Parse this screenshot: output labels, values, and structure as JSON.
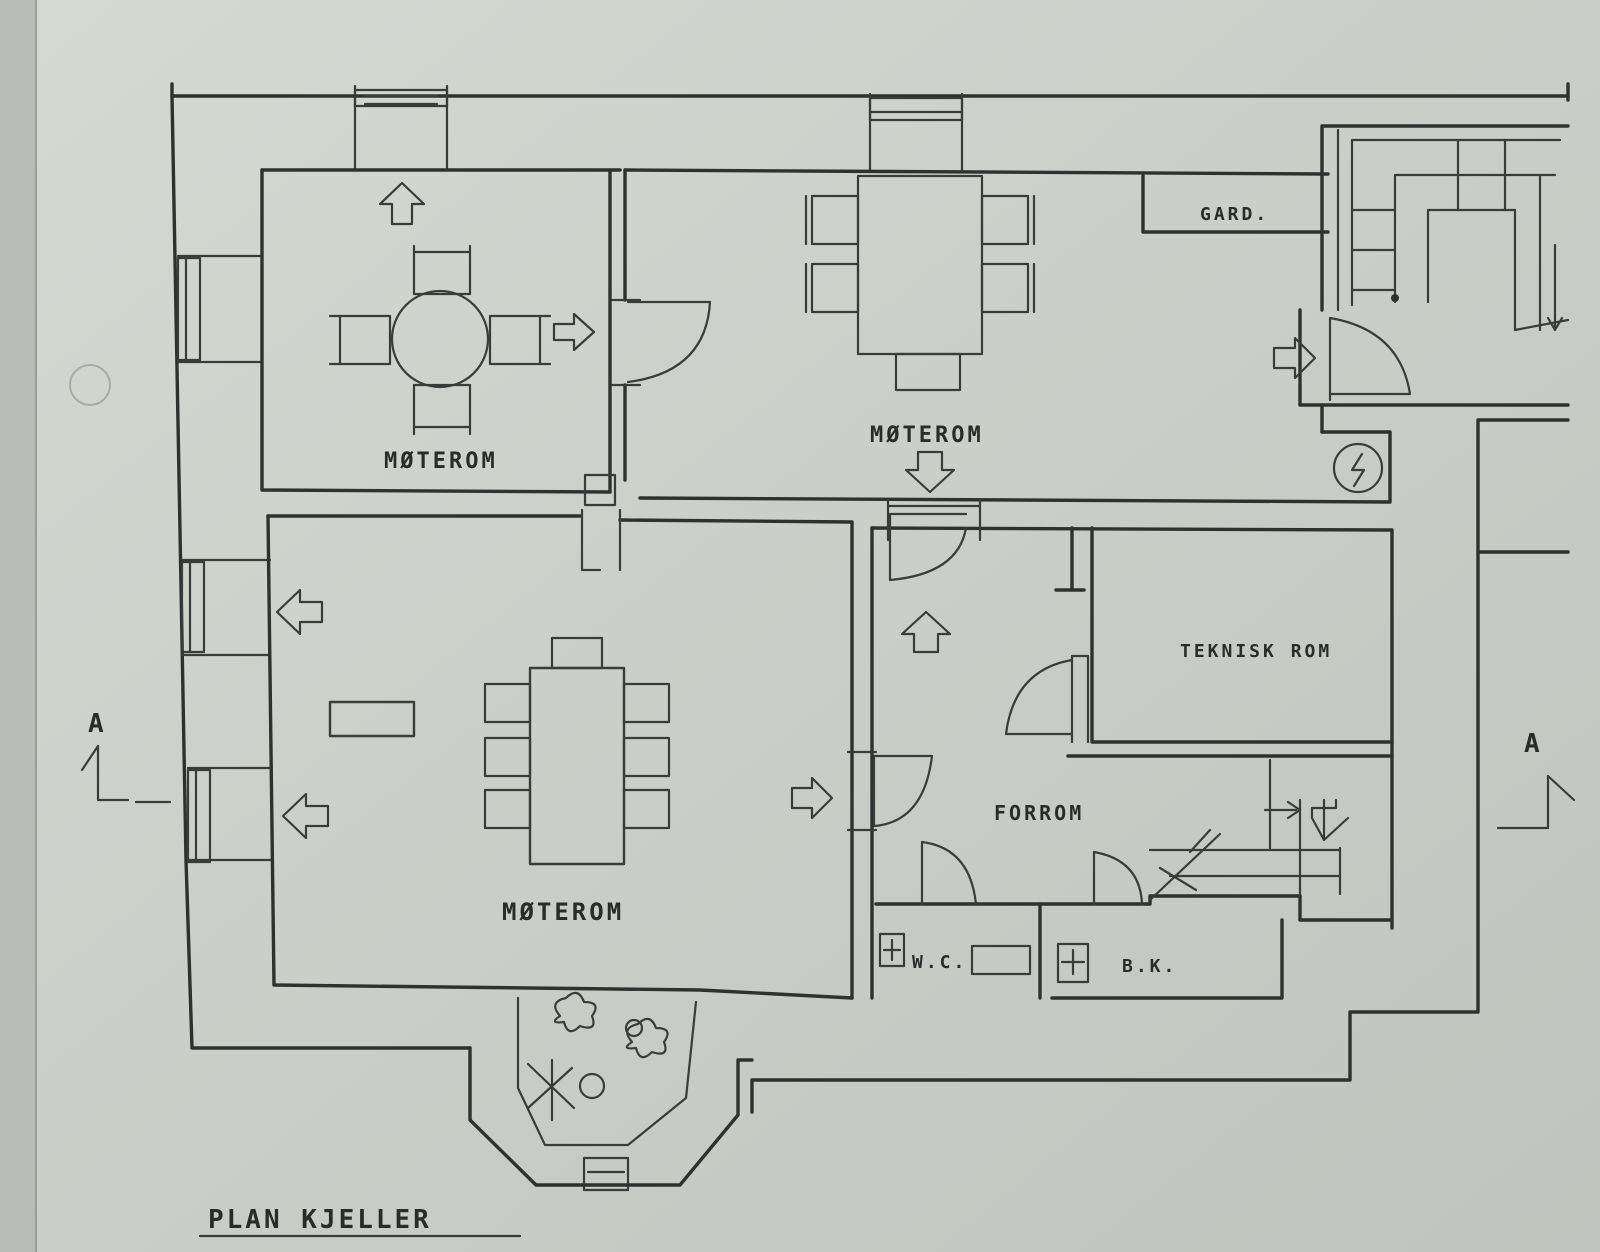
{
  "plan": {
    "title": "PLAN KJELLER",
    "rooms": {
      "moterom_nw": "MØTEROM",
      "moterom_ne": "MØTEROM",
      "moterom_s": "MØTEROM",
      "garderobe": "GARD.",
      "teknisk": "TEKNISK ROM",
      "forrom": "FORROM",
      "wc": "W.C.",
      "bk": "B.K."
    },
    "section_marks": {
      "left": "A",
      "right": "A"
    }
  }
}
